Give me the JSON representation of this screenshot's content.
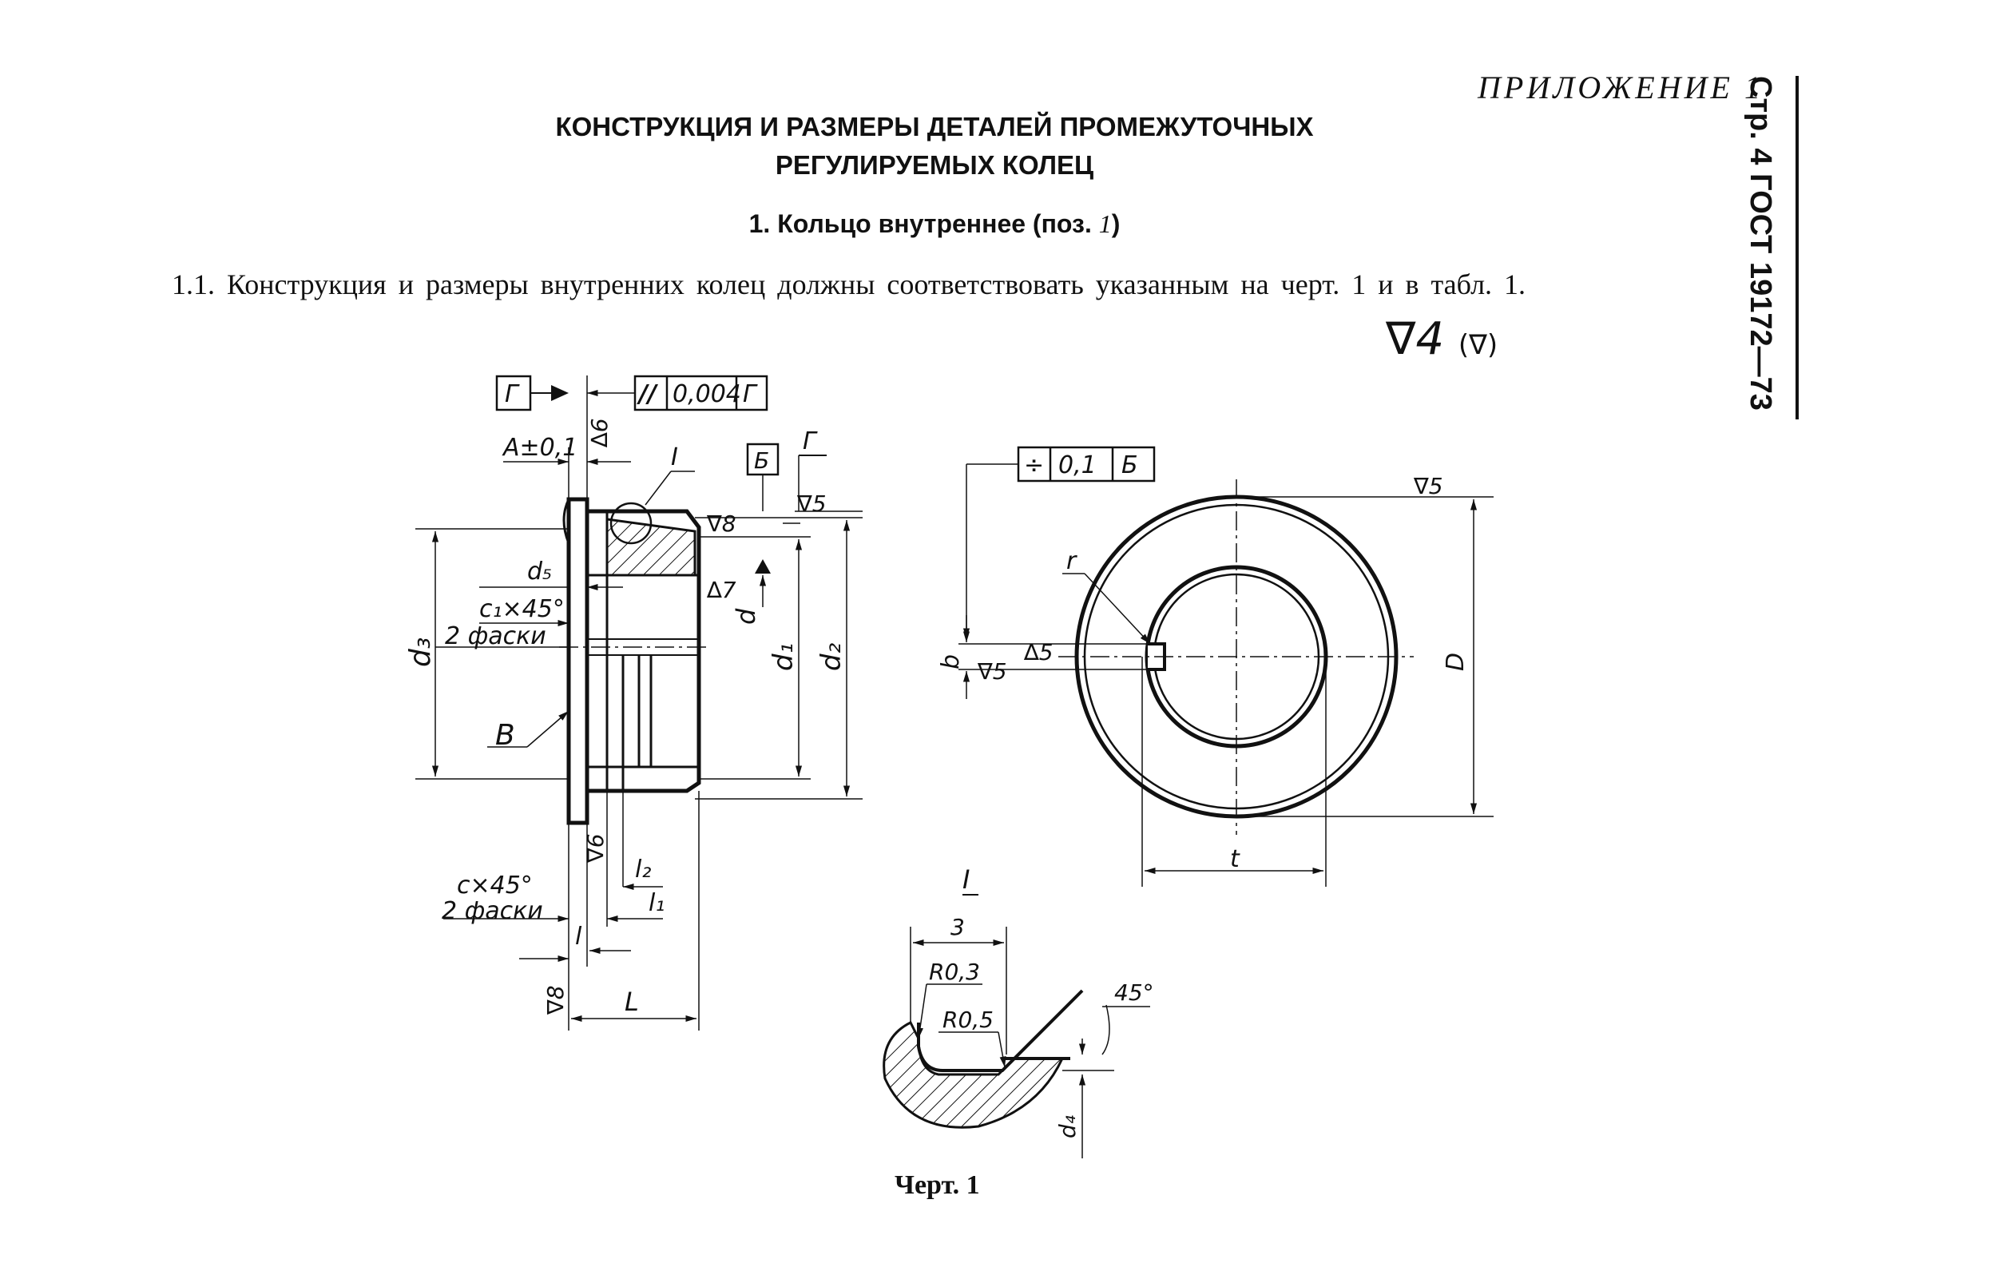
{
  "header": {
    "appendix": "ПРИЛОЖЕНИЕ 1",
    "side_header": "Стр. 4 ГОСТ 19172—73"
  },
  "title": {
    "line1": "КОНСТРУКЦИЯ И РАЗМЕРЫ ДЕТАЛЕЙ ПРОМЕЖУТОЧНЫХ",
    "line2": "РЕГУЛИРУЕМЫХ КОЛЕЦ"
  },
  "section": {
    "heading": "1. Кольцо внутреннее (поз.",
    "heading_pos": "1",
    "heading_close": ")"
  },
  "paragraph": "1.1. Конструкция и размеры внутренних колец должны соответствовать указанным на черт. 1 и в табл. 1.",
  "roughness_general": {
    "main": "∇4",
    "bracket": "(∇)"
  },
  "drawing": {
    "left_view": {
      "datum_g": "Г",
      "tolerance_parallel": {
        "symbol": "//",
        "value": "0,004",
        "datum": "Г"
      },
      "a_tol": "A±0,1",
      "roughness_delta6": "∆6",
      "detail_ref": "I",
      "datum_b_box": "Б",
      "datum_g_label": "Г",
      "roughness_8": "∇8",
      "roughness_5": "∇5",
      "d5": "d₅",
      "roughness_delta7": "∆7",
      "c1_chamfer": "c₁×45°",
      "c1_count": "2 фаски",
      "d3": "d₃",
      "d": "d",
      "d1": "d₁",
      "d2": "d₂",
      "v_label": "В",
      "roughness_6": "∇6",
      "l2": "l₂",
      "l1": "l₁",
      "c_chamfer": "c×45°",
      "c_count": "2 фаски",
      "l": "l",
      "roughness_8b": "∇8",
      "L": "L"
    },
    "right_view": {
      "tolerance_symmetry": {
        "symbol": "÷",
        "value": "0,1",
        "datum": "Б"
      },
      "roughness_5_top": "∇5",
      "r": "r",
      "b": "b",
      "roughness_delta5": "∆5",
      "roughness_5_left": "∇5",
      "D": "D",
      "t": "t"
    },
    "detail_view": {
      "ref": "I",
      "width": "3",
      "r03": "R0,3",
      "r05": "R0,5",
      "angle": "45°",
      "d4": "d₄"
    }
  },
  "caption": "Черт. 1"
}
